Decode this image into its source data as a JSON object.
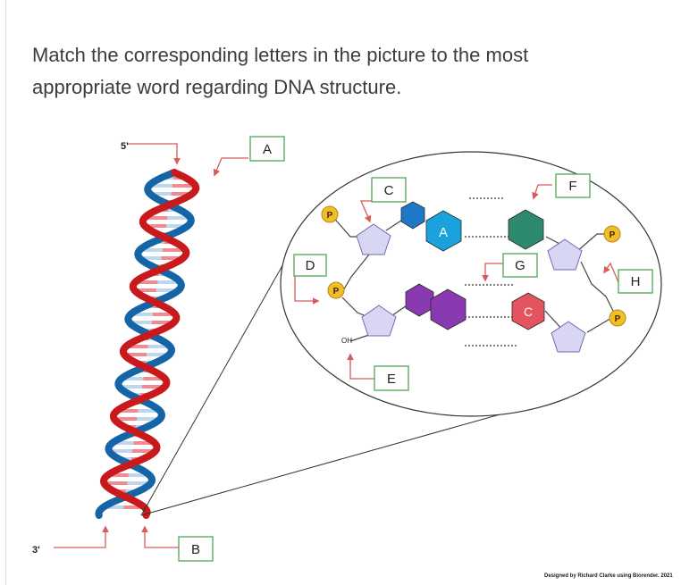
{
  "question": {
    "line1": "Match the corresponding letters in the picture to the most",
    "line2": "appropriate word regarding DNA structure."
  },
  "labels": {
    "A": "A",
    "B": "B",
    "C": "C",
    "D": "D",
    "E": "E",
    "F": "F",
    "G": "G",
    "H": "H"
  },
  "strand_ends": {
    "five_prime": "5'",
    "three_prime": "3'"
  },
  "phosphate": "P",
  "hydroxyl": "OH",
  "bases": {
    "adenine": "A",
    "cytosine": "C"
  },
  "credit": "Designed by Richard Clarke using Biorender. 2021",
  "colors": {
    "strand_red": "#c8191d",
    "strand_blue": "#1565a6",
    "rung_pink": "#f08c90",
    "rung_light": "#bcd7ee",
    "sugar": "#d8d6f2",
    "phosphate": "#f3bd2a",
    "adenine": "#1d78c7",
    "thymine": "#1aa2dc",
    "guanine_teal": "#2e8a6e",
    "purple": "#8a3ab0",
    "cytosine_red": "#e4545f",
    "label_border": "#4fa84f",
    "pointer": "#d85a5a"
  }
}
